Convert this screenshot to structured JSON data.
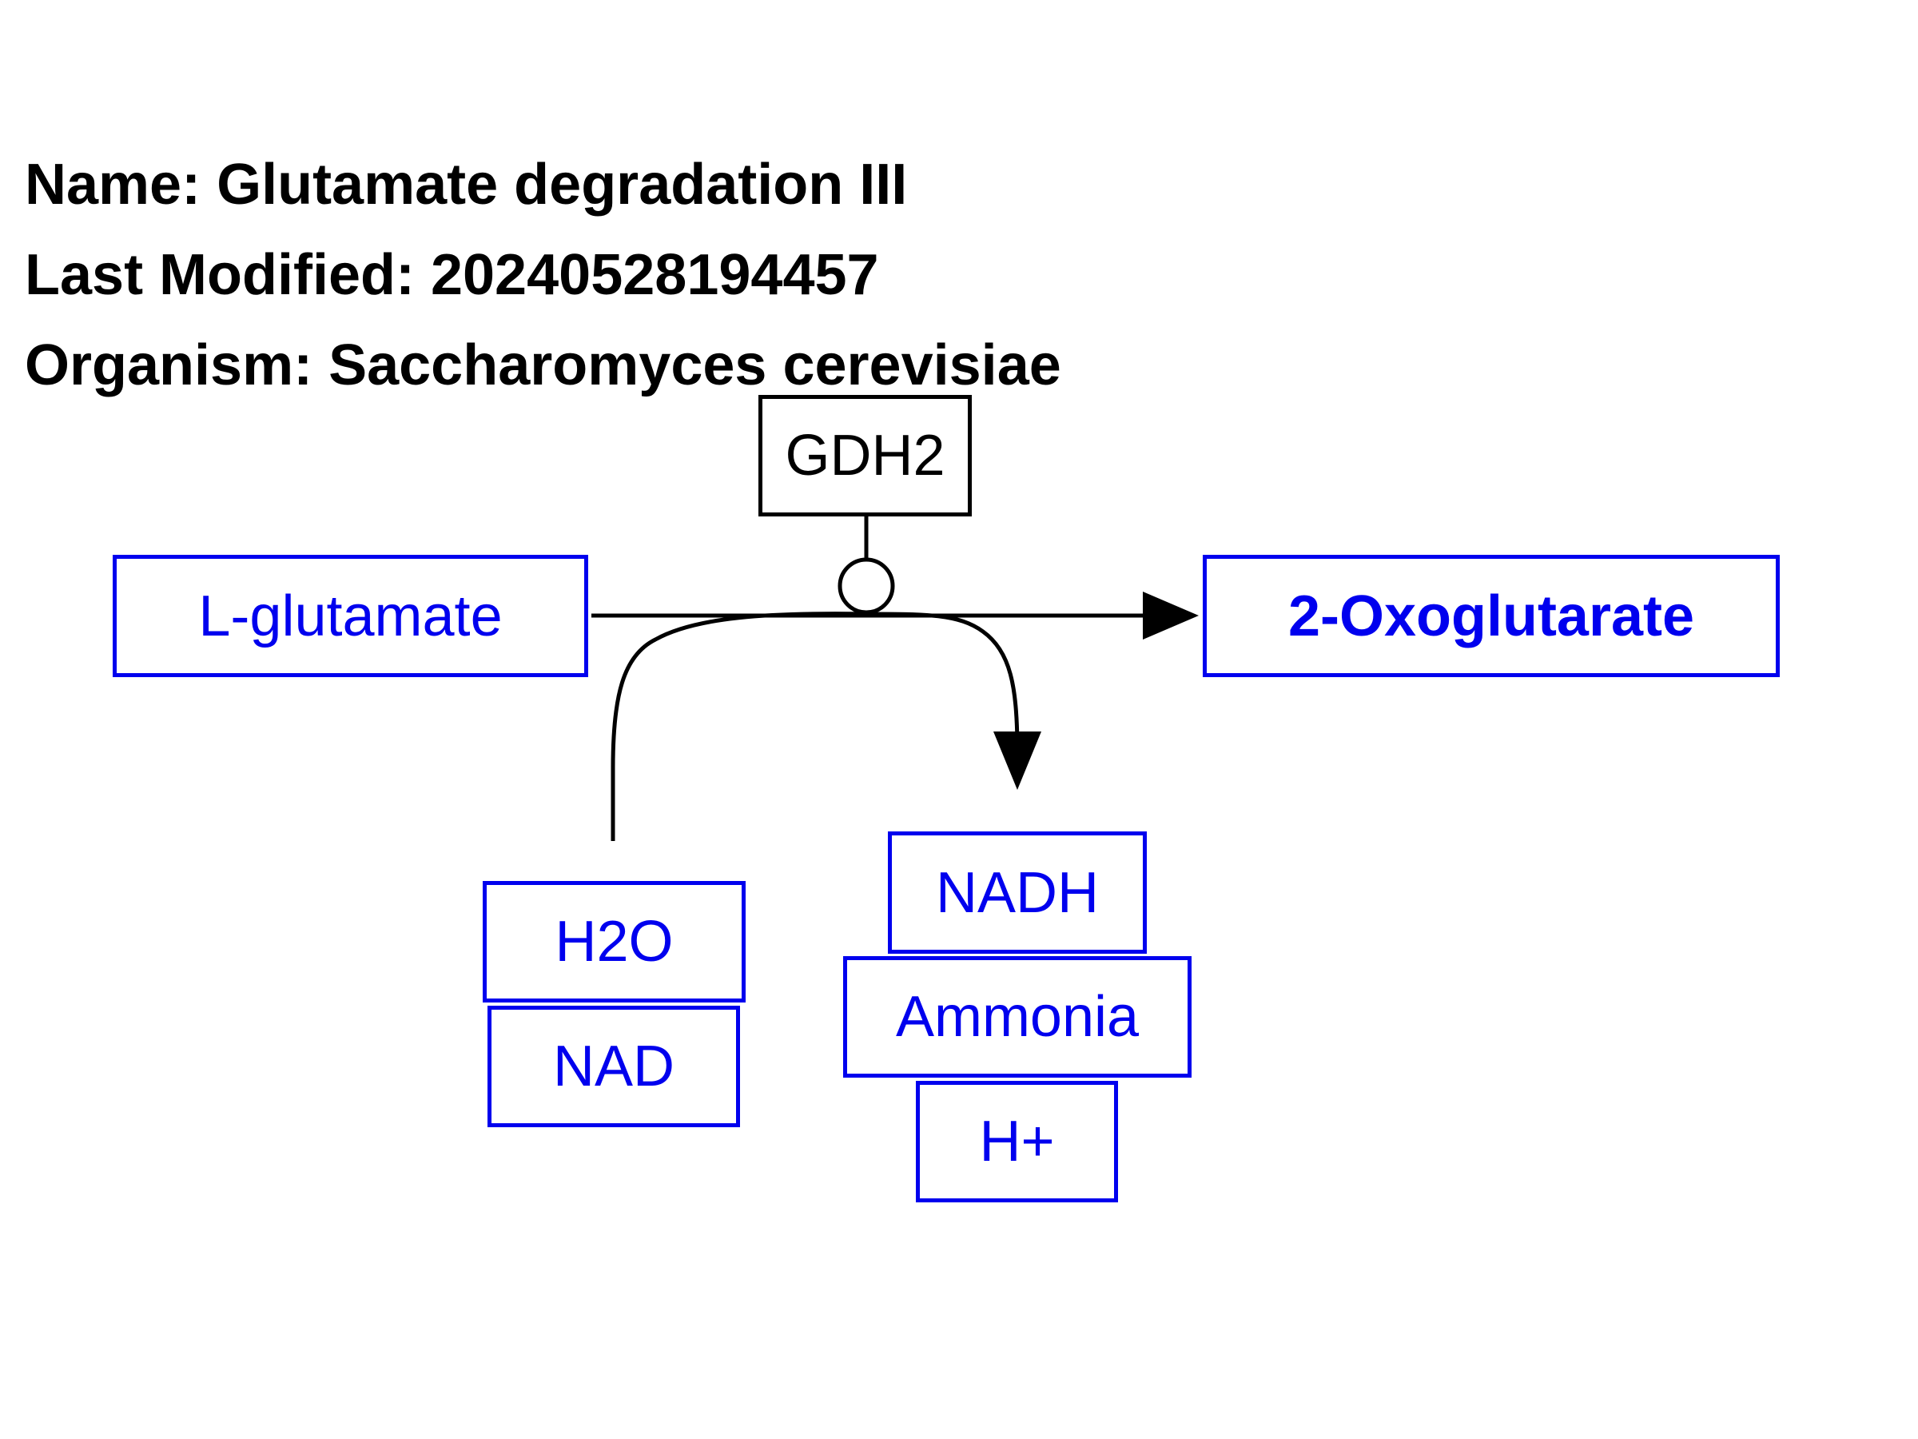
{
  "header": {
    "name_label": "Name: Glutamate degradation III",
    "modified_label": "Last Modified: 20240528194457",
    "organism_label": "Organism: Saccharomyces cerevisiae"
  },
  "colors": {
    "metabolite": "#0000ee",
    "gene": "#000000",
    "line": "#000000"
  },
  "diagram": {
    "enzyme": {
      "label": "GDH2"
    },
    "substrate": {
      "label": "L-glutamate"
    },
    "product": {
      "label": "2-Oxoglutarate"
    },
    "inputs": [
      {
        "label": "H2O"
      },
      {
        "label": "NAD"
      }
    ],
    "outputs": [
      {
        "label": "NADH"
      },
      {
        "label": "Ammonia"
      },
      {
        "label": "H+"
      }
    ]
  }
}
